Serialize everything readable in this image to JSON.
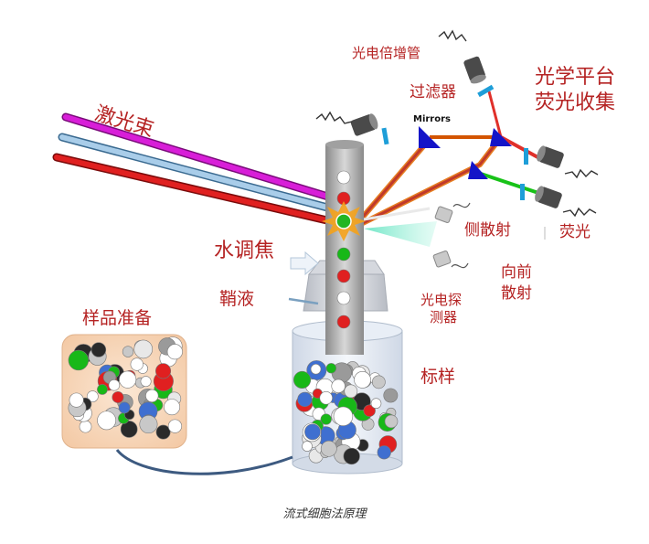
{
  "labels": {
    "laser_beams": "激光束",
    "pmt": "光电倍增管",
    "filter": "过滤器",
    "mirrors": "Mirrors",
    "optics_line1": "光学平台",
    "optics_line2": "荧光收集",
    "side_scatter": "侧散射",
    "fluorescence": "荧光",
    "hydro_focus": "水调焦",
    "sheath_fluid": "鞘液",
    "sample_prep": "样品准备",
    "photodetector_line1": "光电探",
    "photodetector_line2": "测器",
    "forward_line1": "向前",
    "forward_line2": "散射",
    "labeled_sample": "标样"
  },
  "caption": "流式细胞法原理",
  "colors": {
    "label_red": "#b52323",
    "laser_magenta": "#d81ed8",
    "laser_blue": "#a9cde9",
    "laser_red": "#e02020",
    "mirror_blue": "#1414c8",
    "filter_cyan": "#1e9ed8"
  },
  "icons": [
    "laser-beam-icon",
    "flow-chamber-icon",
    "mirror-icon",
    "filter-icon",
    "detector-icon",
    "sample-beaker-icon",
    "cell-icon",
    "arrow-icon"
  ]
}
